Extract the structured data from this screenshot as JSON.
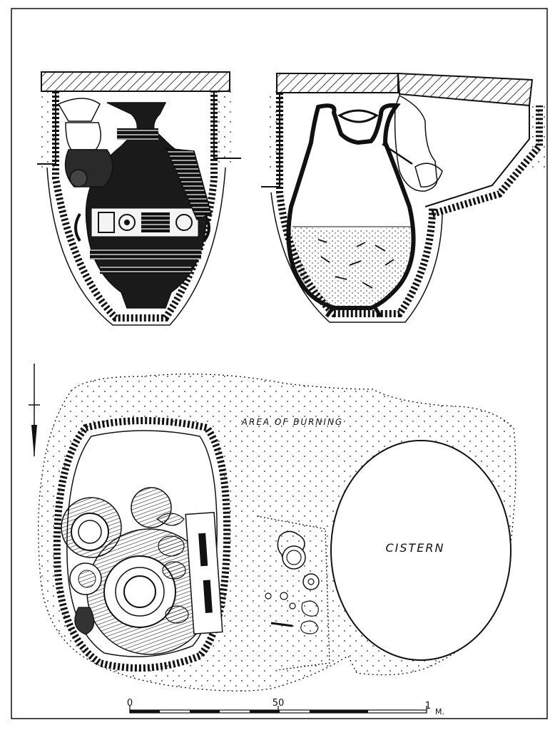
{
  "plan": {
    "area_label": "AREA OF BURNING",
    "cistern_label": "CISTERN"
  },
  "scale": {
    "start": "0",
    "mid": "50",
    "end": "1",
    "unit": "M."
  }
}
